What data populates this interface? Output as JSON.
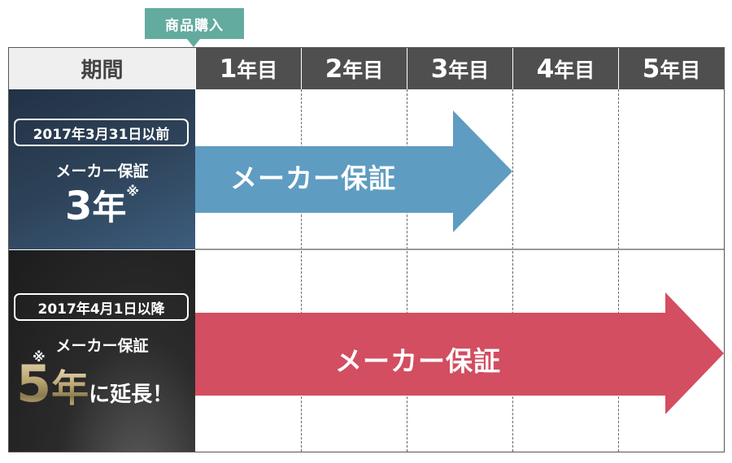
{
  "purchase_marker": {
    "label": "商品購入"
  },
  "header": {
    "period_label": "期間",
    "years": [
      {
        "num": "1",
        "unit": "年目"
      },
      {
        "num": "2",
        "unit": "年目"
      },
      {
        "num": "3",
        "unit": "年目"
      },
      {
        "num": "4",
        "unit": "年目"
      },
      {
        "num": "5",
        "unit": "年目"
      }
    ]
  },
  "rows": [
    {
      "date": "2017年3月31日以前",
      "maker_label": "メーカー保証",
      "years_num": "3",
      "years_unit": "年",
      "note_mark": "※",
      "arrow_label": "メーカー保証",
      "arrow_color": "#5f9cc2",
      "arrow_years": 3
    },
    {
      "date": "2017年4月1日以降",
      "maker_label": "メーカー保証",
      "years_num": "5",
      "years_unit": "年",
      "note_mark": "※",
      "extension_text": "に延長！",
      "arrow_label": "メーカー保証",
      "arrow_color": "#d24e60",
      "arrow_years": 5
    }
  ],
  "colors": {
    "purchase_tag": "#63ab9f",
    "header_dark": "#4f4f4f",
    "header_light": "#efefef",
    "row1_bg": "#2d4258",
    "row2_bg": "#1c1c1c"
  }
}
